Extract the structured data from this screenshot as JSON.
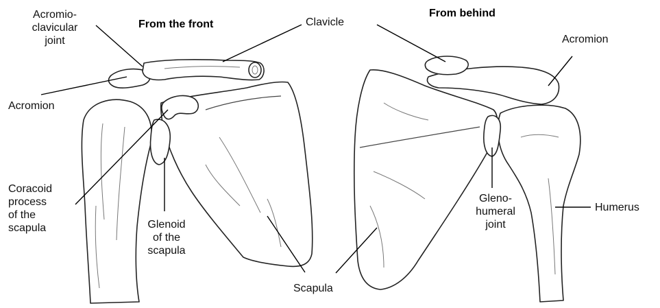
{
  "headings": {
    "front": "From the front",
    "behind": "From behind"
  },
  "labels": {
    "ac_joint": [
      "Acromio-",
      "clavicular",
      "joint"
    ],
    "clavicle": "Clavicle",
    "acromion_left": "Acromion",
    "acromion_right": "Acromion",
    "coracoid": [
      "Coracoid",
      "process",
      "of the",
      "scapula"
    ],
    "glenoid": [
      "Glenoid",
      "of the",
      "scapula"
    ],
    "scapula": "Scapula",
    "glenohumeral": [
      "Gleno-",
      "humeral",
      "joint"
    ],
    "humerus": "Humerus"
  },
  "colors": {
    "outline": "#222222",
    "background": "#ffffff",
    "leader": "#000000"
  }
}
